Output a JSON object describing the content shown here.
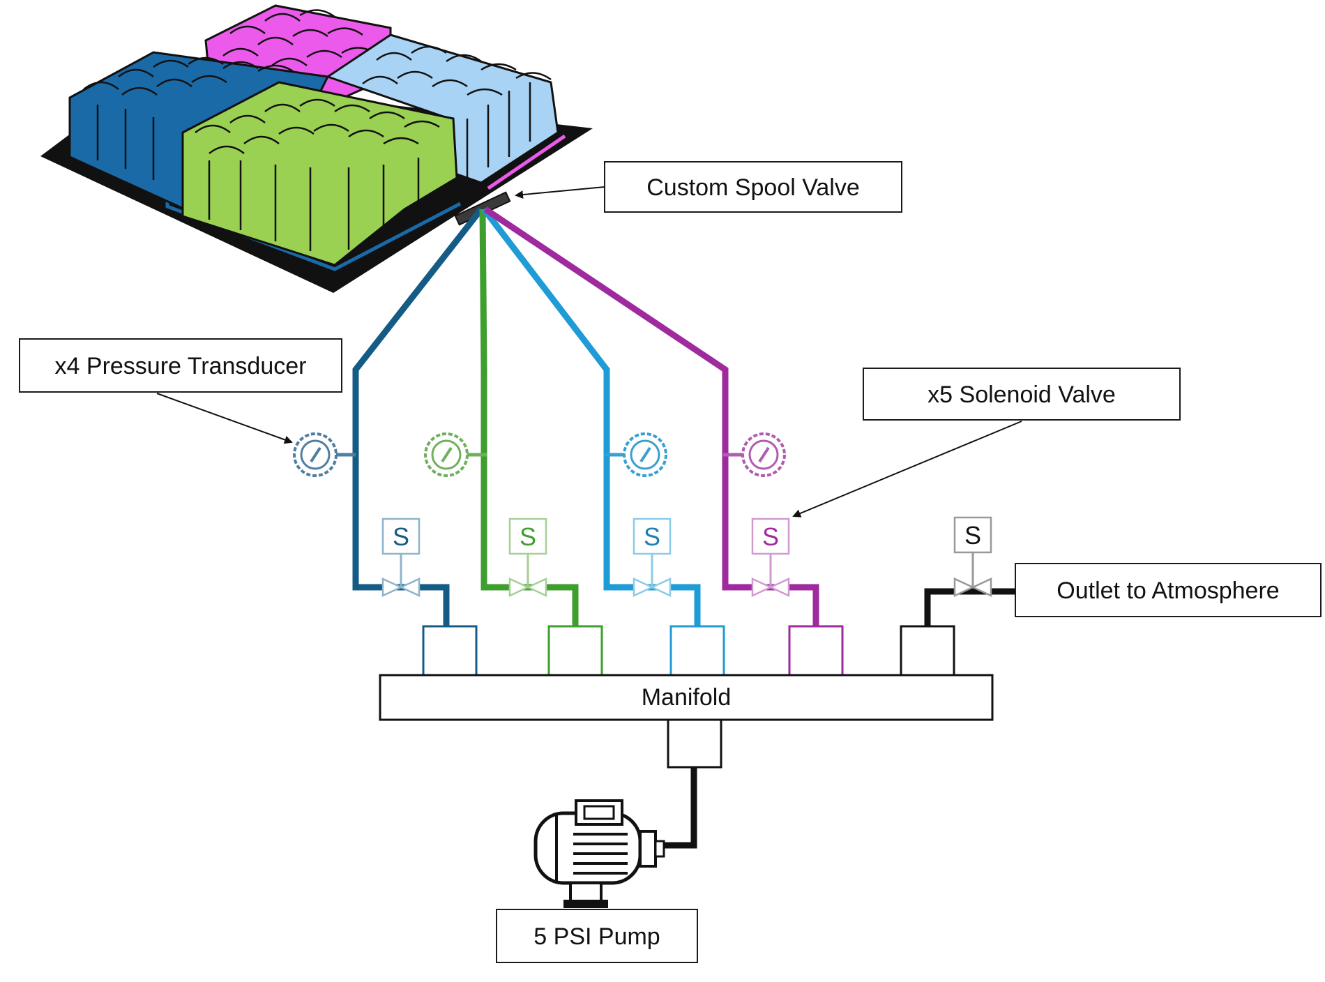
{
  "labels": {
    "spool_valve": "Custom Spool Valve",
    "pressure_transducer": "x4 Pressure Transducer",
    "solenoid_valve": "x5 Solenoid Valve",
    "outlet": "Outlet to Atmosphere",
    "manifold": "Manifold",
    "pump": "5 PSI Pump"
  },
  "solenoid_symbol": "S",
  "colors": {
    "zone_dark_blue": "#1b6aa8",
    "zone_light_blue": "#a9d3f5",
    "zone_green": "#9bd152",
    "zone_magenta": "#ec5aec",
    "line_dark_blue": "#145c86",
    "line_green": "#3e9e2e",
    "line_light_blue": "#1f9bd6",
    "line_purple": "#9e2a9e",
    "line_black": "#111111"
  },
  "channels": [
    {
      "id": "dark-blue",
      "color": "#145c86",
      "gauge": "#4e7fa0",
      "valve": "#8fb3c9"
    },
    {
      "id": "green",
      "color": "#3e9e2e",
      "gauge": "#6fb05c",
      "valve": "#a5cf96"
    },
    {
      "id": "light-blue",
      "color": "#1f9bd6",
      "gauge": "#3a9fd0",
      "valve": "#8ccbe8"
    },
    {
      "id": "purple",
      "color": "#9e2a9e",
      "gauge": "#b05cb0",
      "valve": "#d09ad0"
    },
    {
      "id": "outlet",
      "color": "#111111",
      "gauge": null,
      "valve": "#999999"
    }
  ]
}
